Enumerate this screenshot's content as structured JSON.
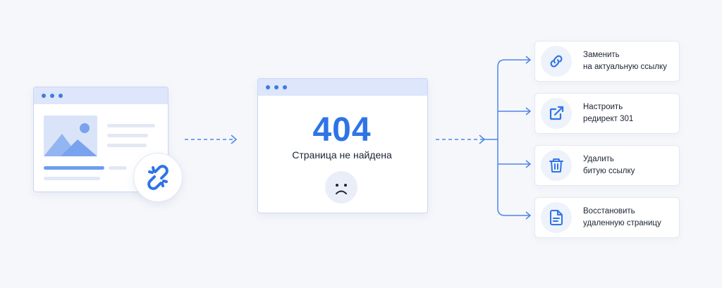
{
  "error": {
    "code": "404",
    "message": "Страница не найдена"
  },
  "actions": [
    {
      "icon": "link-icon",
      "line1": "Заменить",
      "line2": "на актуальную ссылку"
    },
    {
      "icon": "external-link-icon",
      "line1": "Настроить",
      "line2": "редирект 301"
    },
    {
      "icon": "trash-icon",
      "line1": "Удалить",
      "line2": "битую ссылку"
    },
    {
      "icon": "document-icon",
      "line1": "Восстановить",
      "line2": "удаленную страницу"
    }
  ],
  "colors": {
    "accent": "#2f74e6",
    "background": "#f6f7fb",
    "window_bar": "#dde6fb"
  }
}
